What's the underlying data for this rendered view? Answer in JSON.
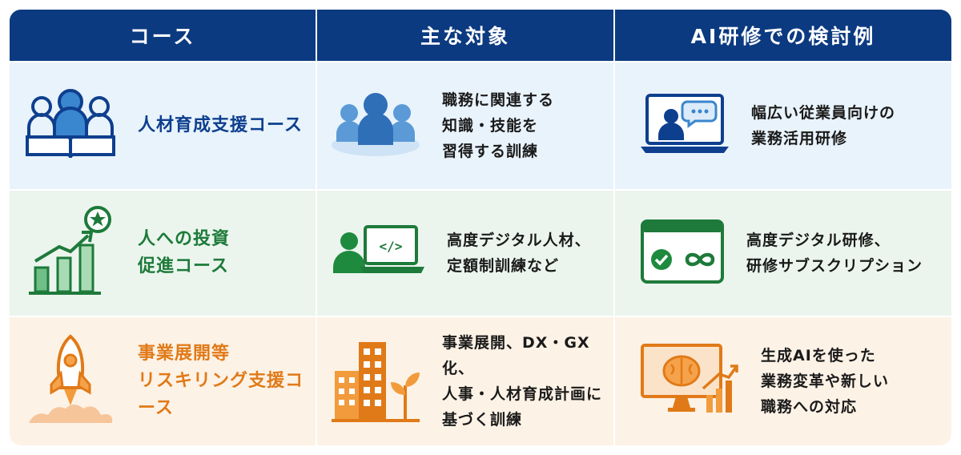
{
  "header": {
    "col1": "コース",
    "col2": "主な対象",
    "col3": "AI研修での検討例"
  },
  "rows": [
    {
      "course": "人材育成支援コース",
      "target": "職務に関連する\n知識・技能を\n習得する訓練",
      "example": "幅広い従業員向けの\n業務活用研修"
    },
    {
      "course": "人への投資\n促進コース",
      "target": "高度デジタル人材、\n定額制訓練など",
      "example": "高度デジタル研修、\n研修サブスクリプション"
    },
    {
      "course": "事業展開等\nリスキリング支援コース",
      "target": "事業展開、DX・GX化、\n人事・人材育成計画に\n基づく訓練",
      "example": "生成AIを使った\n業務変革や新しい\n職務への対応"
    }
  ],
  "icons": {
    "row1": [
      "people-book-icon",
      "group-icon",
      "laptop-chat-icon"
    ],
    "row2": [
      "growth-chart-star-icon",
      "person-laptop-code-icon",
      "subscription-card-icon"
    ],
    "row3": [
      "rocket-icon",
      "buildings-plant-icon",
      "monitor-brain-chart-icon"
    ]
  },
  "colors": {
    "header": "#0b3a80",
    "blue": "#0e3f8e",
    "green": "#1e7a3a",
    "orange": "#e07a18"
  }
}
